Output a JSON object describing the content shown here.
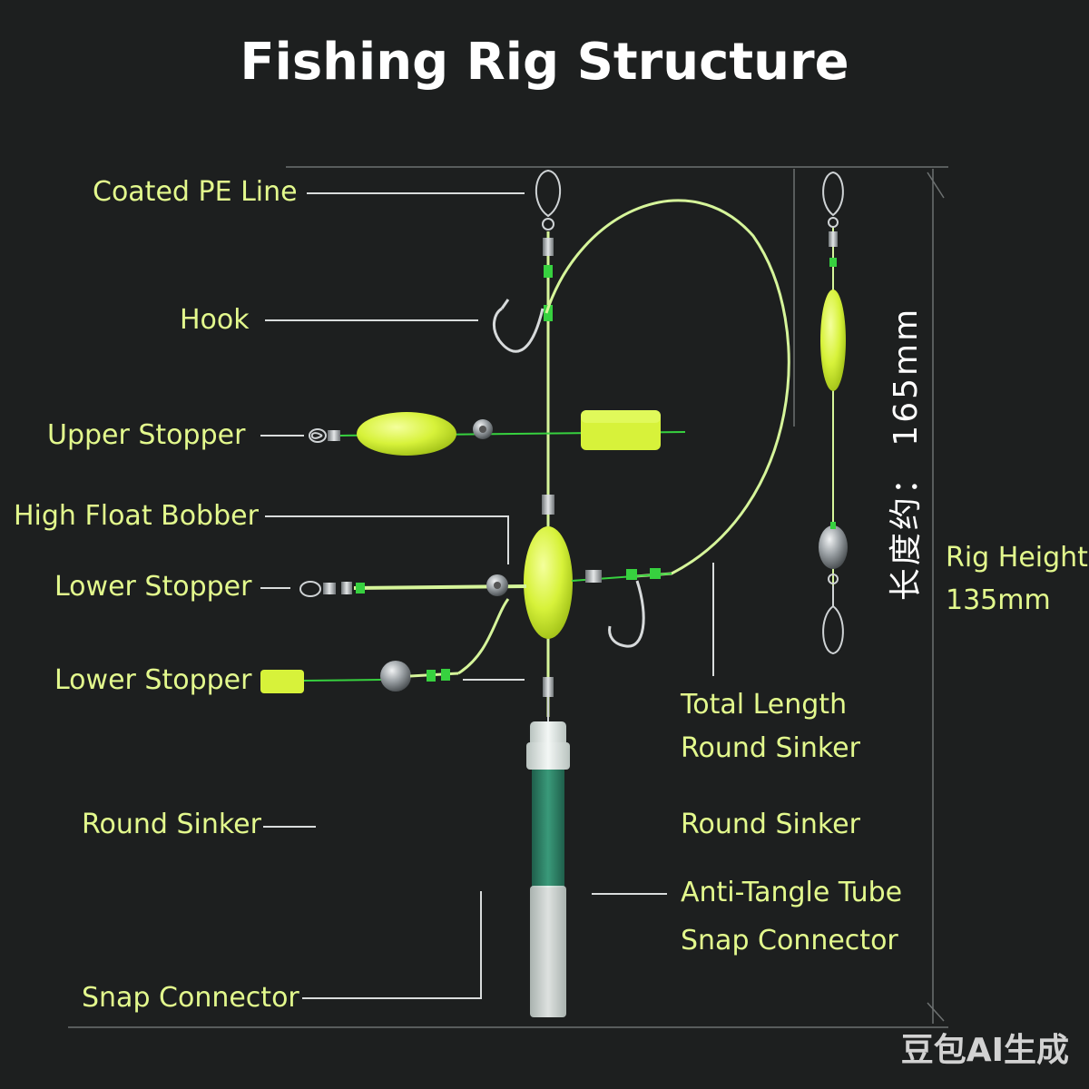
{
  "title": "Fishing Rig Structure",
  "labels": {
    "coated_pe_line": "Coated PE Line",
    "hook": "Hook",
    "upper_stopper": "Upper Stopper",
    "high_float_bobber": "High Float Bobber",
    "lower_stopper_1": "Lower Stopper",
    "lower_stopper_2": "Lower Stopper",
    "round_sinker_left": "Round Sinker",
    "snap_connector_left": "Snap Connector",
    "total_length": "Total Length",
    "round_sinker_r1": "Round Sinker",
    "round_sinker_r2": "Round Sinker",
    "anti_tangle_tube": "Anti-Tangle Tube",
    "snap_connector_right": "Snap Connector",
    "rig_height_1": "Rig Height",
    "rig_height_2": "135mm"
  },
  "dimension_text": "长度约： 165mm",
  "watermark": "豆包AI生成",
  "colors": {
    "background": "#1d1f1f",
    "label": "#e3f98d",
    "float": "#d7f23a",
    "line": "#d6f59a",
    "connector": "#37d13f",
    "metal": "#b9bdbf",
    "tube_green": "#2f7f65",
    "tube_white": "#e6ece9"
  },
  "icons": [
    "swivel-icon",
    "hook-icon",
    "float-icon",
    "sinker-icon",
    "loop-icon",
    "tube-icon"
  ]
}
